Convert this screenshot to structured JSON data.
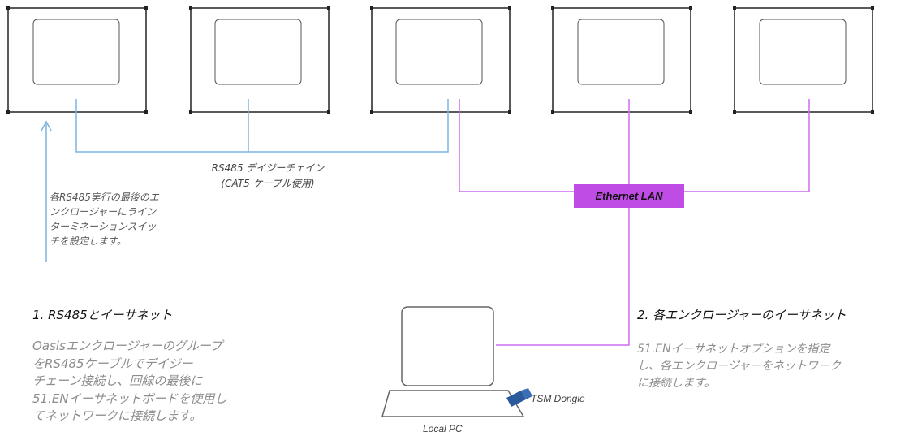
{
  "diagram": {
    "enclosures": [
      "enclosure-1",
      "enclosure-2",
      "enclosure-3",
      "enclosure-4",
      "enclosure-5"
    ],
    "rs485_label": [
      "RS485 デイジーチェイン",
      "(CAT5 ケーブル使用)"
    ],
    "terminator_note": [
      "各RS485実行の最後のエ",
      "ンクロージャーにライン",
      "ターミネーションスイッ",
      "チを設定します。"
    ],
    "ethernet_label": "Ethernet LAN",
    "dongle_label": "TSM Dongle",
    "pc_label": "Local PC",
    "colors": {
      "rs485_line": "#7fb4e0",
      "ethernet_line": "#cf6cf2",
      "ethernet_box": "#c04ce6"
    }
  },
  "section1": {
    "title": "1. RS485とイーサネット",
    "body": [
      "Oasisエンクロージャーのグループ",
      "をRS485ケーブルでデイジー",
      "チェーン接続し、回線の最後に",
      "51.ENイーサネットボードを使用し",
      "てネットワークに接続します。"
    ]
  },
  "section2": {
    "title": "2. 各エンクロージャーのイーサネット",
    "body": [
      "51.ENイーサネットオプションを指定",
      "し、各エンクロージャーをネットワーク",
      "に接続します。"
    ]
  }
}
